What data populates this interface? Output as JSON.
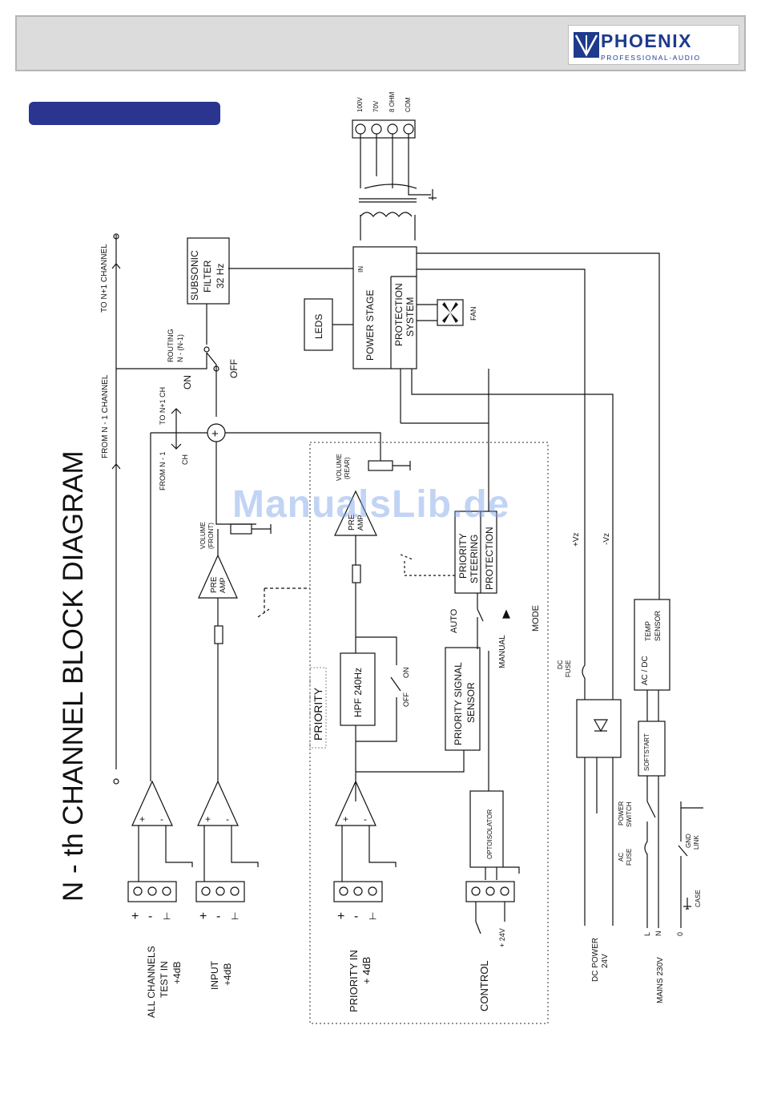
{
  "header": {
    "brand": "PHOENIX",
    "brand_sub": "PROFESSIONAL-AUDIO",
    "logo_color": "#1d3a8c",
    "bar_color": "#dcdcdc"
  },
  "section_tab": {
    "color": "#2a3590"
  },
  "diagram": {
    "title": "N - th CHANNEL BLOCK DIAGRAM",
    "labels": {
      "out_100v": "100V",
      "out_70v": "70V",
      "out_8ohm": "8 OHM",
      "out_com": "COM",
      "to_n1_channel": "TO N+1 CHANNEL",
      "subsonic_1": "SUBSONIC",
      "subsonic_2": "FILTER",
      "subsonic_3": "32 Hz",
      "routing_1": "ROUTING",
      "routing_2": "N - (N-1)",
      "on": "ON",
      "off": "OFF",
      "from_n1_channel": "FROM  N - 1  CHANNEL",
      "to_n1_ch": "TO N+1 CH",
      "from_n_1_ch_1": "FROM  N - 1",
      "from_n_1_ch_2": "CH",
      "leds": "LEDS",
      "power_stage": "POWER STAGE",
      "in": "IN",
      "protection_1": "PROTECTION",
      "protection_2": "SYSTEM",
      "fan": "FAN",
      "volume_rear_1": "VOLUME",
      "volume_rear_2": "(REAR)",
      "volume_front_1": "VOLUME",
      "volume_front_2": "(FRONT)",
      "pre_1": "PRE",
      "pre_2": "AMP",
      "priority_box_1": "PRIORITY",
      "priority_box_2": "STEERING",
      "priority_box_3": "PROTECTION",
      "plus_vz": "+Vz",
      "minus_vz": "-Vz",
      "auto": "AUTO",
      "manual": "MANUAL",
      "mode": "MODE",
      "priority": "PRIORITY",
      "hpf": "HPF 240Hz",
      "hpf_off": "OFF",
      "hpf_on": "ON",
      "prio_sensor_1": "PRIORITY SIGNAL",
      "prio_sensor_2": "SENSOR",
      "temp_1": "TEMP",
      "temp_2": "SENSOR",
      "acdc": "AC / DC",
      "dc_fuse_1": "DC",
      "dc_fuse_2": "FUSE",
      "softstart": "SOFTSTART",
      "optoisolator": "OPTOISOLATOR",
      "power_switch_1": "POWER",
      "power_switch_2": "SWITCH",
      "ac_fuse_1": "AC",
      "ac_fuse_2": "FUSE",
      "gnd_link_1": "GND",
      "gnd_link_2": "LINK",
      "case": "CASE",
      "test_in_1": "ALL CHANNELS",
      "test_in_2": "TEST  IN",
      "test_in_3": "+4dB",
      "input_1": "INPUT",
      "input_2": "+4dB",
      "priority_in_1": "PRIORITY IN",
      "priority_in_2": "+ 4dB",
      "control": "CONTROL",
      "plus24": "+ 24V",
      "dc_power_1": "DC POWER",
      "dc_power_2": "24V",
      "mains": "MAINS   230V",
      "pin_l": "L",
      "pin_n": "N",
      "pin_0": "0",
      "plus": "+",
      "minus": "-",
      "gnd": "⊥"
    }
  },
  "watermark": "ManualsLib.de"
}
